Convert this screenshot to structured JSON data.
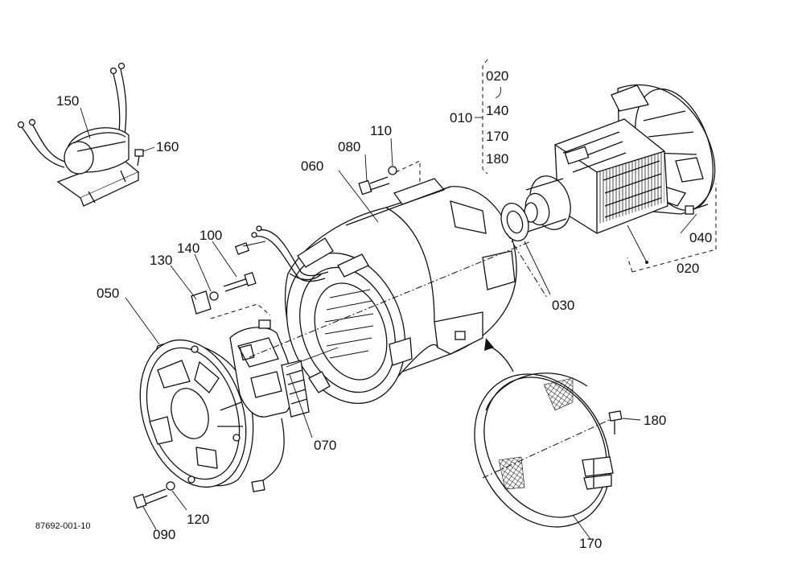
{
  "diagram": {
    "drawing_code": "87692-001-10",
    "part_labels": {
      "p150": "150",
      "p160": "160",
      "p010": "010",
      "p020a": "020",
      "p140a": "140",
      "p170a": "170",
      "p180a": "180",
      "p110": "110",
      "p080": "080",
      "p060": "060",
      "p100": "100",
      "p140b": "140",
      "p130": "130",
      "p050": "050",
      "p040": "040",
      "p020b": "020",
      "p030": "030",
      "p070": "070",
      "p180b": "180",
      "p120": "120",
      "p090": "090",
      "p170b": "170"
    }
  }
}
